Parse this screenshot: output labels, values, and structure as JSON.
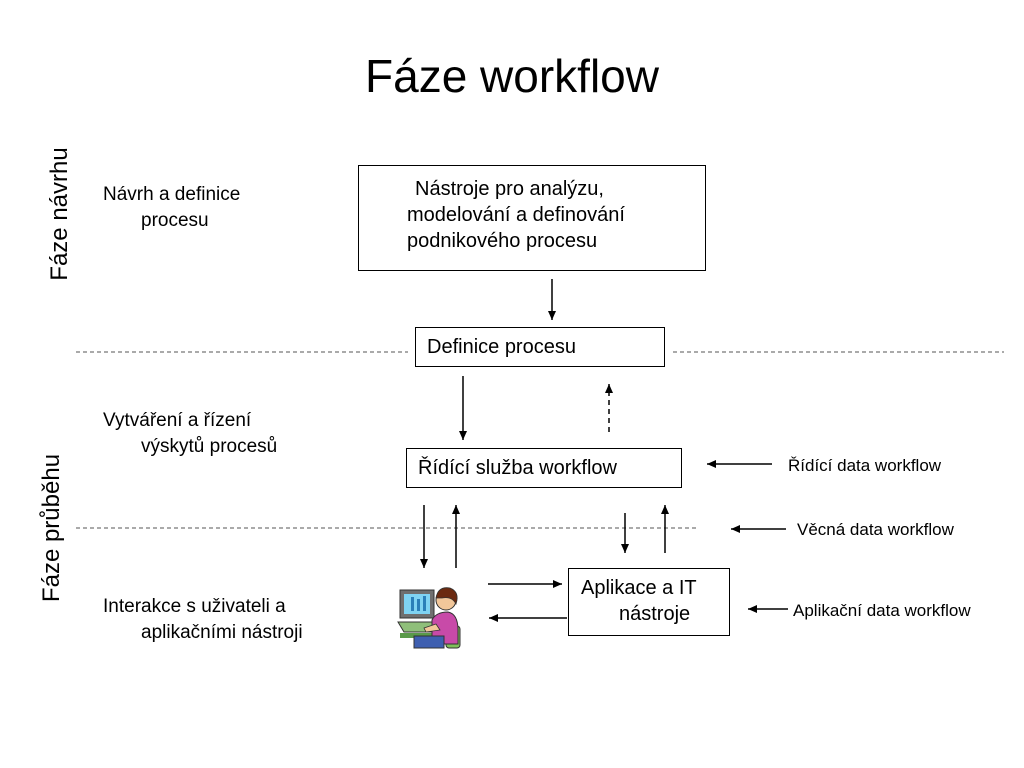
{
  "title": "Fáze workflow",
  "phases": {
    "design": "Fáze návrhu",
    "runtime": "Fáze průběhu"
  },
  "side_labels": {
    "design_line1": "Návrh a definice",
    "design_line2": "procesu",
    "runtime_line1": "Vytváření a řízení",
    "runtime_line2": "výskytů procesů",
    "interaction_line1": "Interakce s uživateli a",
    "interaction_line2": "aplikačními nástroji"
  },
  "boxes": {
    "tools_line1": "Nástroje pro analýzu,",
    "tools_line2": "modelování a definování",
    "tools_line3": "podnikového procesu",
    "definition": "Definice procesu",
    "control_service": "Řídící služba workflow",
    "apps_line1": "Aplikace a IT",
    "apps_line2": "nástroje"
  },
  "data_labels": {
    "control_data": "Řídící data workflow",
    "relevant_data": "Věcná data workflow",
    "application_data": "Aplikační data workflow"
  },
  "icons": {
    "user": "user-at-computer-icon"
  }
}
